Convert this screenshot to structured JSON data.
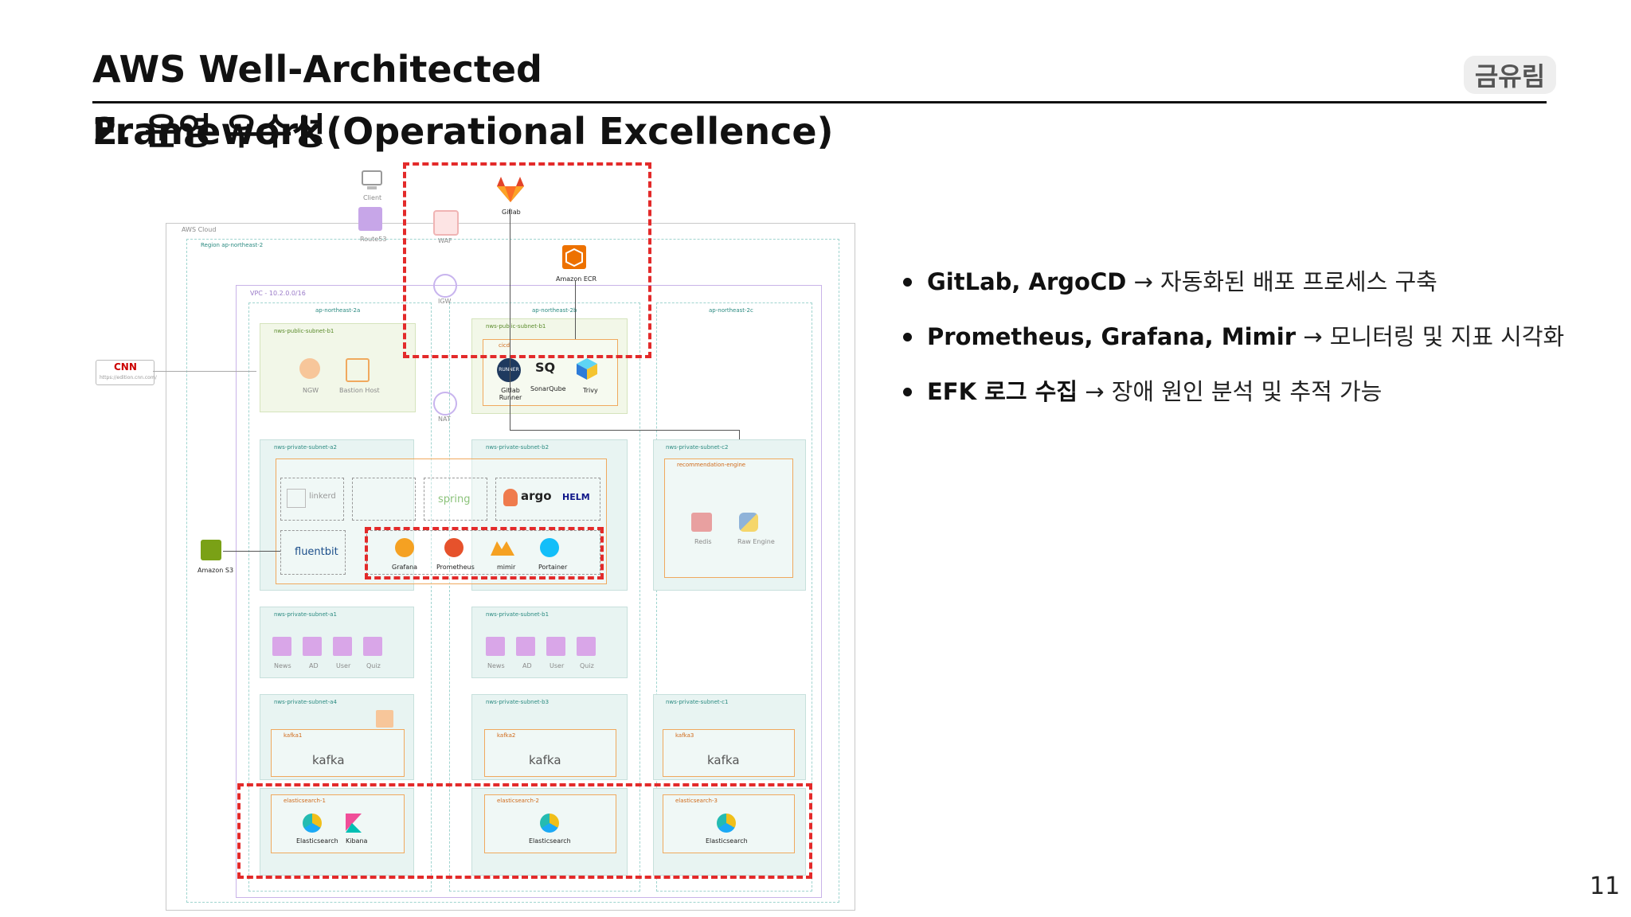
{
  "header": {
    "title_line1": "AWS Well-Architected",
    "title_line2_overlap": "Framework",
    "subtitle": "2. 운영 우수성(Operational Excellence)",
    "author": "금유림",
    "page_number": "11"
  },
  "bullets": [
    {
      "bold": "GitLab, ArgoCD",
      "rest": " → 자동화된 배포 프로세스 구축"
    },
    {
      "bold": "Prometheus, Grafana, Mimir",
      "rest": " → 모니터링 및 지표 시각화"
    },
    {
      "bold": "EFK 로그 수집",
      "rest": " → 장애 원인 분석 및 추적 가능"
    }
  ],
  "diagram": {
    "aws_cloud": "AWS Cloud",
    "region": "Region ap-northeast-2",
    "vpc": "VPC - 10.2.0.0/16",
    "azs": [
      "ap-northeast-2a",
      "ap-northeast-2b",
      "ap-northeast-2c"
    ],
    "client": "Client",
    "route53": "Route53",
    "waf": "WAF",
    "igw": "IGW",
    "nat_label": "NAT",
    "gitlab": "Gitlab",
    "ecr": "Amazon ECR",
    "cnn": "CNN",
    "cnn_url": "https://edition.cnn.com/",
    "subnet_public_a": "nws-public-subnet-b1",
    "subnet_public_b": "nws-public-subnet-b1",
    "ngw": "NGW",
    "bastion": "Bastion Host",
    "ci_box": "cicd",
    "runner": "Gitlab Runner",
    "runner_badge": "RUNNER",
    "sonarqube": "SonarQube",
    "sonar_text": "SQ",
    "trivy": "Trivy",
    "subnet_private_a2": "nws-private-subnet-a2",
    "subnet_private_b2": "nws-private-subnet-b2",
    "subnet_private_c2": "nws-private-subnet-c2",
    "recommend_box": "recommendation-engine",
    "linkerd": "linkerd",
    "spring": "spring",
    "argo": "argo",
    "helm": "HELM",
    "fluentbit": "fluentbit",
    "s3": "Amazon S3",
    "grafana": "Grafana",
    "prometheus": "Prometheus",
    "mimir": "mimir",
    "portainer": "Portainer",
    "redis": "Redis",
    "python": "Raw Engine",
    "subnet_private_a1": "nws-private-subnet-a1",
    "subnet_private_b1": "nws-private-subnet-b1",
    "services": [
      "News",
      "AD",
      "User",
      "Quiz"
    ],
    "subnet_private_a4": "nws-private-subnet-a4",
    "subnet_private_b3": "nws-private-subnet-b3",
    "subnet_private_c1": "nws-private-subnet-c1",
    "kafka_boxes": [
      "kafka1",
      "kafka2",
      "kafka3"
    ],
    "kafka": "kafka",
    "es_boxes": [
      "elasticsearch-1",
      "elasticsearch-2",
      "elasticsearch-3"
    ],
    "elasticsearch": "Elasticsearch",
    "kibana": "Kibana"
  }
}
